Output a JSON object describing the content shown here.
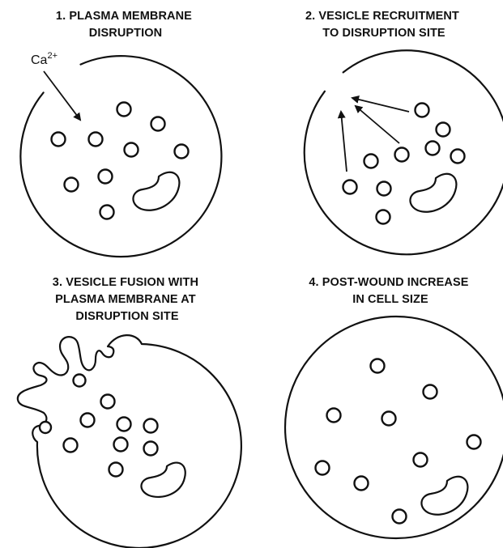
{
  "panels": [
    {
      "title_lines": [
        "1. PLASMA MEMBRANE",
        "DISRUPTION"
      ],
      "ion_label": "Ca",
      "ion_superscript": "2+"
    },
    {
      "title_lines": [
        "2. VESICLE RECRUITMENT",
        "TO DISRUPTION SITE"
      ]
    },
    {
      "title_lines": [
        "3. VESICLE FUSION WITH",
        "PLASMA MEMBRANE AT",
        "DISRUPTION SITE"
      ]
    },
    {
      "title_lines": [
        "4. POST-WOUND INCREASE",
        "IN CELL SIZE"
      ]
    }
  ]
}
